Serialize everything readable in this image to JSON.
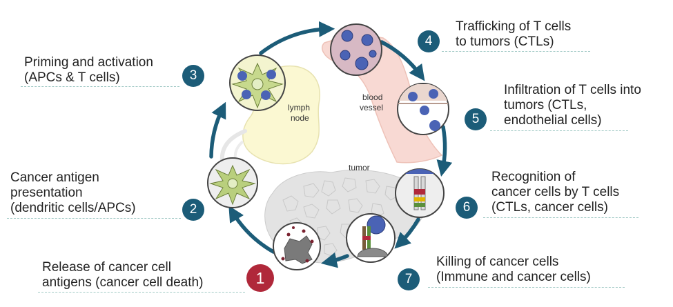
{
  "steps": [
    {
      "num": "1",
      "lines": [
        "Release of cancer cell",
        "antigens (cancer cell death)"
      ],
      "highlight": true
    },
    {
      "num": "2",
      "lines": [
        "Cancer antigen",
        "presentation",
        "(dendritic cells/APCs)"
      ]
    },
    {
      "num": "3",
      "lines": [
        "Priming and activation",
        "(APCs & T cells)"
      ]
    },
    {
      "num": "4",
      "lines": [
        "Trafficking of T cells",
        "to tumors (CTLs)"
      ]
    },
    {
      "num": "5",
      "lines": [
        "Infiltration of T cells into",
        "tumors (CTLs,",
        "endothelial cells)"
      ]
    },
    {
      "num": "6",
      "lines": [
        "Recognition of",
        "cancer cells by T cells",
        "(CTLs, cancer cells)"
      ]
    },
    {
      "num": "7",
      "lines": [
        "Killing of cancer cells",
        "(Immune and cancer cells)"
      ]
    }
  ],
  "diagram_labels": {
    "lymph1": "lymph",
    "lymph2": "node",
    "blood1": "blood",
    "blood2": "vessel",
    "tumor": "tumor"
  },
  "colors": {
    "cycle_arrow": "#1c5c78",
    "badge": "#1c5c78",
    "badge_highlight": "#b0283a",
    "underline": "#9fc8c4"
  }
}
